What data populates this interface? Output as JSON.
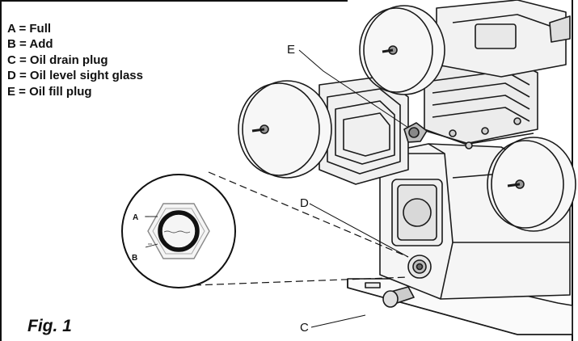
{
  "legend": [
    {
      "key": "A",
      "text": "A = Full"
    },
    {
      "key": "B",
      "text": "B = Add"
    },
    {
      "key": "C",
      "text": "C = Oil drain plug"
    },
    {
      "key": "D",
      "text": "D = Oil level sight glass"
    },
    {
      "key": "E",
      "text": "E = Oil fill plug"
    }
  ],
  "figure_label": "Fig. 1",
  "callouts": {
    "a": "A",
    "b": "B",
    "c": "C",
    "d": "D",
    "e": "E"
  }
}
